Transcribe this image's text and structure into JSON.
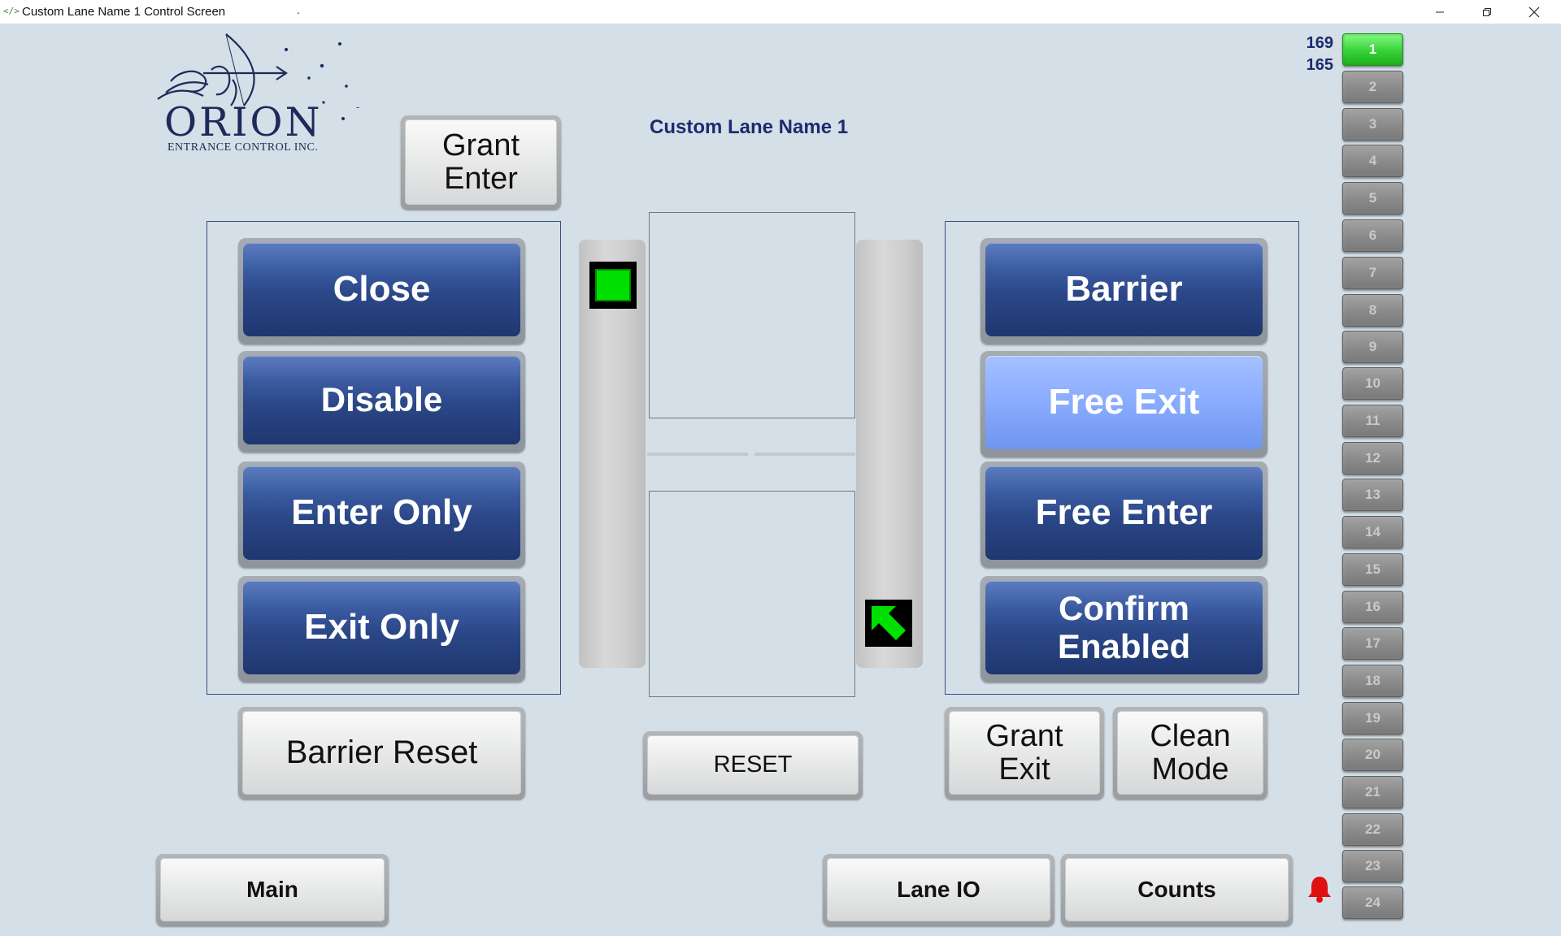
{
  "window": {
    "title": "Custom Lane Name 1 Control Screen",
    "title_suffix": ".",
    "controls": [
      "minimize-icon",
      "restore-icon",
      "close-icon"
    ]
  },
  "logo": {
    "name": "ORION",
    "tagline": "ENTRANCE CONTROL INC."
  },
  "lane_title": "Custom Lane Name 1",
  "grant_enter": {
    "line1": "Grant",
    "line2": "Enter"
  },
  "left_modes": [
    "Close",
    "Disable",
    "Enter Only",
    "Exit Only"
  ],
  "right_modes": [
    {
      "label": "Barrier",
      "active": false
    },
    {
      "label": "Free Exit",
      "active": true
    },
    {
      "label": "Free Enter",
      "active": false
    },
    {
      "label": "Confirm Enabled",
      "line1": "Confirm",
      "line2": "Enabled",
      "active": false
    }
  ],
  "barrier_reset": "Barrier Reset",
  "reset": "RESET",
  "grant_exit": {
    "line1": "Grant",
    "line2": "Exit"
  },
  "clean_mode": {
    "line1": "Clean",
    "line2": "Mode"
  },
  "nav": {
    "main": "Main",
    "lane_io": "Lane IO",
    "counts": "Counts"
  },
  "status_counts": {
    "top": "169",
    "bottom": "165"
  },
  "lane_indicators": {
    "entry_indicator": {
      "icon": "green-square-icon",
      "color": "#00e000"
    },
    "exit_indicator": {
      "icon": "green-arrow-icon",
      "color": "#00e000"
    }
  },
  "alarm_icon": "bell-icon",
  "alarm_color": "#e01010",
  "active_lane_color": "#2ecc2e",
  "lanes": [
    "1",
    "2",
    "3",
    "4",
    "5",
    "6",
    "7",
    "8",
    "9",
    "10",
    "11",
    "12",
    "13",
    "14",
    "15",
    "16",
    "17",
    "18",
    "19",
    "20",
    "21",
    "22",
    "23",
    "24"
  ],
  "selected_lane": "1"
}
